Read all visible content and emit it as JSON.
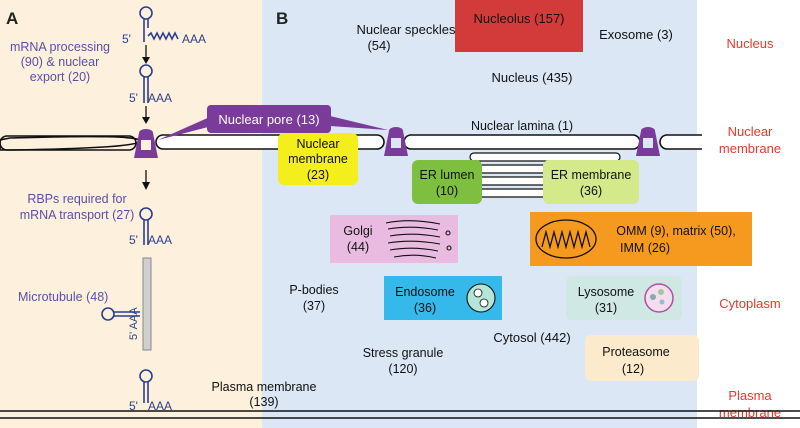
{
  "panels": {
    "a": "A",
    "b": "B"
  },
  "panel_a": {
    "mrna_processing": [
      "mRNA processing",
      "(90) & nuclear",
      "export (20)"
    ],
    "rbps": [
      "RBPs required for",
      "mRNA transport (27)"
    ],
    "microtubule": "Microtubule (48)",
    "five_prime": "5'",
    "poly_a": "AAA"
  },
  "nucleus": {
    "nucleolus": "Nucleolus (157)",
    "nuclear_speckles": [
      "Nuclear speckles",
      "(54)"
    ],
    "exosome": "Exosome (3)",
    "nucleus": "Nucleus (435)",
    "nuclear_pore": "Nuclear pore (13)",
    "nuclear_lamina": "Nuclear lamina (1)",
    "nuclear_membrane": [
      "Nuclear",
      "membrane",
      "(23)"
    ]
  },
  "er": {
    "er_lumen": [
      "ER lumen",
      "(10)"
    ],
    "er_membrane": [
      "ER membrane",
      "(36)"
    ]
  },
  "organelles": {
    "golgi": [
      "Golgi",
      "(44)"
    ],
    "mito": [
      "OMM (9), matrix (50),",
      "IMM (26)"
    ],
    "p_bodies": [
      "P-bodies",
      "(37)"
    ],
    "endosome": [
      "Endosome",
      "(36)"
    ],
    "lysosome": [
      "Lysosome",
      "(31)"
    ],
    "cytosol": "Cytosol (442)",
    "stress_granule": [
      "Stress granule",
      "(120)"
    ],
    "proteasome": [
      "Proteasome",
      "(12)"
    ],
    "plasma_membrane": [
      "Plasma membrane",
      "(139)"
    ]
  },
  "compartment_labels": {
    "nucleus": "Nucleus",
    "nuclear_membrane": [
      "Nuclear",
      "membrane"
    ],
    "cytoplasm": "Cytoplasm",
    "plasma_membrane": [
      "Plasma",
      "membrane"
    ]
  },
  "colors": {
    "panel_a_bg": "#fdf1dd",
    "panel_b_bg": "#dbe7f5",
    "nucleolus": "#d33b3b",
    "nuclear_membrane": "#f4ee1d",
    "er_lumen": "#7fbf3f",
    "er_membrane": "#d3e98a",
    "golgi": "#eabbe0",
    "mito": "#f59a1f",
    "endosome": "#35b8ea",
    "lysosome": "#cfe8e3",
    "proteasome": "#fbeacb",
    "pore": "#7a3b9a",
    "label_red": "#e8392a",
    "label_blue": "#5a4fa8"
  }
}
